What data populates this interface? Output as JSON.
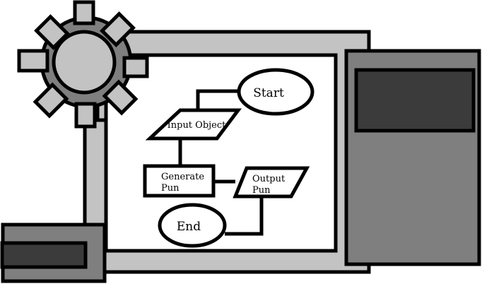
{
  "diagram": {
    "title": "Pun generator machine",
    "colors": {
      "outline": "#000000",
      "light_gray": "#c3c3c3",
      "mid_gray": "#7f7f7f",
      "dark_gray": "#3b3b3b",
      "white": "#ffffff"
    },
    "flowchart": {
      "nodes": [
        {
          "id": "start",
          "shape": "ellipse",
          "lines": [
            "Start"
          ]
        },
        {
          "id": "input",
          "shape": "parallelogram",
          "lines": [
            "Input Object"
          ]
        },
        {
          "id": "generate",
          "shape": "rectangle",
          "lines": [
            "Generate",
            "Pun"
          ]
        },
        {
          "id": "output",
          "shape": "parallelogram",
          "lines": [
            "Output",
            "Pun"
          ]
        },
        {
          "id": "end",
          "shape": "ellipse",
          "lines": [
            "End"
          ]
        }
      ],
      "edges": [
        {
          "from": "start",
          "to": "input"
        },
        {
          "from": "input",
          "to": "generate"
        },
        {
          "from": "generate",
          "to": "output"
        },
        {
          "from": "output",
          "to": "end"
        }
      ]
    },
    "components": [
      {
        "id": "gear",
        "label": "gear-icon"
      },
      {
        "id": "screen-panel",
        "label": "flowchart-screen"
      },
      {
        "id": "right-cabinet",
        "label": "right-machine-cabinet"
      },
      {
        "id": "left-box",
        "label": "left-output-box"
      }
    ]
  }
}
